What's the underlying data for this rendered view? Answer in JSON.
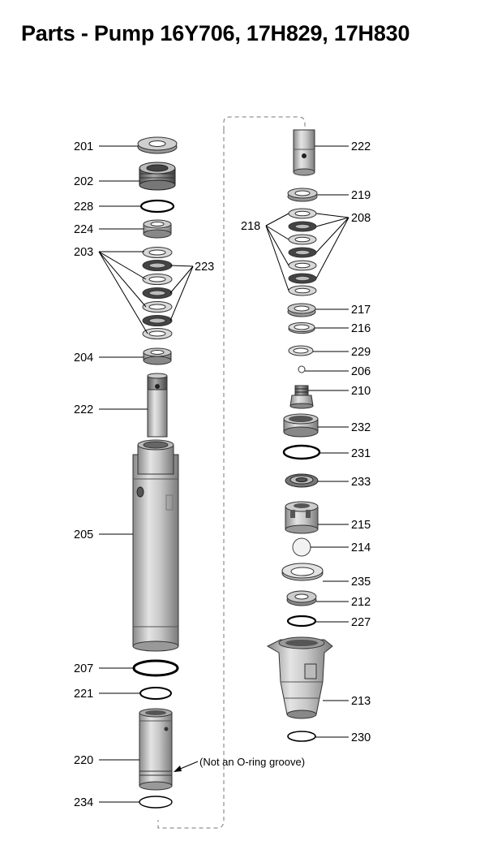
{
  "title": "Parts - Pump 16Y706, 17H829, 17H830",
  "labels": {
    "p201": "201",
    "p202": "202",
    "p228": "228",
    "p224": "224",
    "p203": "203",
    "p223": "223",
    "p204": "204",
    "p222a": "222",
    "p205": "205",
    "p207": "207",
    "p221": "221",
    "p220": "220",
    "p234": "234",
    "p222b": "222",
    "p219": "219",
    "p218": "218",
    "p208": "208",
    "p217": "217",
    "p216": "216",
    "p229": "229",
    "p206": "206",
    "p210": "210",
    "p232": "232",
    "p231": "231",
    "p233": "233",
    "p215": "215",
    "p214": "214",
    "p235": "235",
    "p212": "212",
    "p227": "227",
    "p213": "213",
    "p230": "230"
  },
  "note": "(Not an O-ring groove)"
}
